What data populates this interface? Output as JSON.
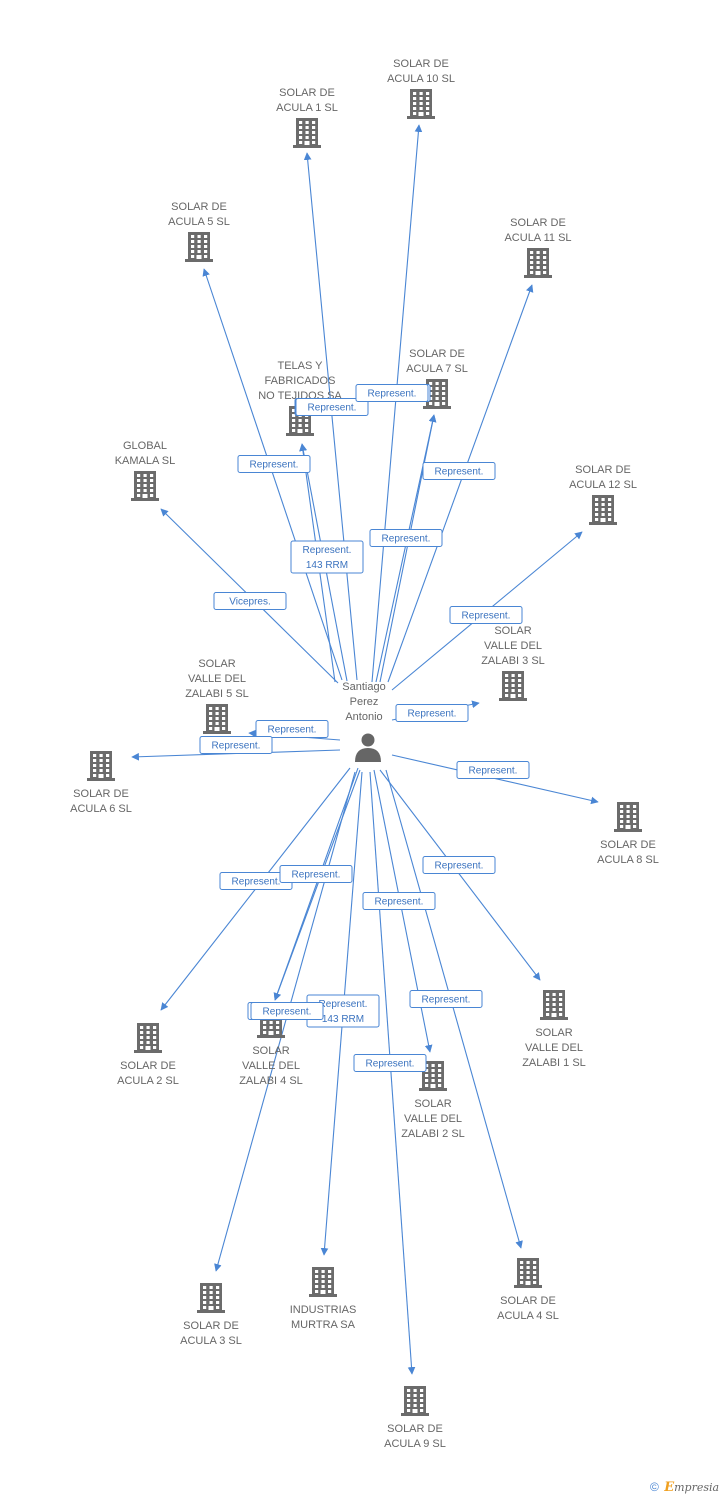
{
  "center": {
    "label": [
      "Santiago",
      "Perez",
      "Antonio"
    ],
    "icon": "person-icon"
  },
  "nodes": [
    {
      "id": "n-acula10",
      "label": [
        "SOLAR DE",
        "ACULA 10 SL"
      ]
    },
    {
      "id": "n-acula1",
      "label": [
        "SOLAR DE",
        "ACULA 1 SL"
      ]
    },
    {
      "id": "n-acula5",
      "label": [
        "SOLAR DE",
        "ACULA 5 SL"
      ]
    },
    {
      "id": "n-acula11",
      "label": [
        "SOLAR DE",
        "ACULA 11 SL"
      ]
    },
    {
      "id": "n-telas",
      "label": [
        "TELAS Y",
        "FABRICADOS",
        "NO TEJIDOS SA"
      ]
    },
    {
      "id": "n-acula7",
      "label": [
        "SOLAR DE",
        "ACULA 7 SL"
      ]
    },
    {
      "id": "n-global",
      "label": [
        "GLOBAL",
        "KAMALA SL"
      ]
    },
    {
      "id": "n-acula12",
      "label": [
        "SOLAR DE",
        "ACULA 12 SL"
      ]
    },
    {
      "id": "n-zalabi3",
      "label": [
        "SOLAR",
        "VALLE DEL",
        "ZALABI 3 SL"
      ]
    },
    {
      "id": "n-zalabi5",
      "label": [
        "SOLAR",
        "VALLE DEL",
        "ZALABI 5 SL"
      ]
    },
    {
      "id": "n-acula6",
      "label": [
        "SOLAR DE",
        "ACULA 6 SL"
      ]
    },
    {
      "id": "n-acula8",
      "label": [
        "SOLAR DE",
        "ACULA 8 SL"
      ]
    },
    {
      "id": "n-zalabi1",
      "label": [
        "SOLAR",
        "VALLE DEL",
        "ZALABI 1 SL"
      ]
    },
    {
      "id": "n-acula2",
      "label": [
        "SOLAR DE",
        "ACULA 2 SL"
      ]
    },
    {
      "id": "n-zalabi4",
      "label": [
        "SOLAR",
        "VALLE DEL",
        "ZALABI 4 SL"
      ]
    },
    {
      "id": "n-zalabi2",
      "label": [
        "SOLAR",
        "VALLE DEL",
        "ZALABI 2 SL"
      ]
    },
    {
      "id": "n-acula3",
      "label": [
        "SOLAR DE",
        "ACULA 3 SL"
      ]
    },
    {
      "id": "n-murtra",
      "label": [
        "INDUSTRIAS",
        "MURTRA SA"
      ]
    },
    {
      "id": "n-acula4",
      "label": [
        "SOLAR DE",
        "ACULA 4 SL"
      ]
    },
    {
      "id": "n-acula9",
      "label": [
        "SOLAR DE",
        "ACULA 9 SL"
      ]
    }
  ],
  "edges": [
    {
      "target": "n-acula10",
      "label": [
        "Represent."
      ]
    },
    {
      "target": "n-acula1",
      "label": [
        "Represent."
      ]
    },
    {
      "target": "n-acula5",
      "label": [
        "Represent."
      ]
    },
    {
      "target": "n-acula11",
      "label": [
        "Represent."
      ]
    },
    {
      "target": "n-telas",
      "label": [
        "Represent.",
        "143 RRM"
      ]
    },
    {
      "target": "n-acula7",
      "label": [
        "Represent."
      ]
    },
    {
      "target": "n-global",
      "label": [
        "Vicepres."
      ]
    },
    {
      "target": "n-acula12",
      "label": [
        "Represent."
      ]
    },
    {
      "target": "n-zalabi3",
      "label": [
        "Represent."
      ]
    },
    {
      "target": "n-zalabi5",
      "label": [
        "Represent."
      ]
    },
    {
      "target": "n-acula6",
      "label": [
        "Represent."
      ]
    },
    {
      "target": "n-acula8",
      "label": [
        "Represent."
      ]
    },
    {
      "target": "n-zalabi1",
      "label": [
        "Represent."
      ]
    },
    {
      "target": "n-acula2",
      "label": [
        "Represent."
      ]
    },
    {
      "target": "n-zalabi4",
      "label": [
        "Represent."
      ]
    },
    {
      "target": "n-zalabi2",
      "label": [
        "Represent."
      ]
    },
    {
      "target": "n-acula3",
      "label": [
        "Represent."
      ]
    },
    {
      "target": "n-murtra",
      "label": [
        "Represent.",
        "143 RRM"
      ]
    },
    {
      "target": "n-acula4",
      "label": [
        "Represent."
      ]
    },
    {
      "target": "n-acula9",
      "label": [
        "Represent."
      ]
    },
    {
      "target": "n-telas",
      "label": [
        "Represent."
      ]
    },
    {
      "target": "n-acula7",
      "label": [
        "Represent."
      ]
    },
    {
      "target": "n-zalabi4",
      "label": [
        "Represent."
      ]
    }
  ],
  "footer": {
    "copyright": "©",
    "brand_first": "E",
    "brand_rest": "mpresia"
  },
  "colors": {
    "edge": "#4a86d4",
    "icon": "#6b6b6b",
    "label": "#666666"
  }
}
